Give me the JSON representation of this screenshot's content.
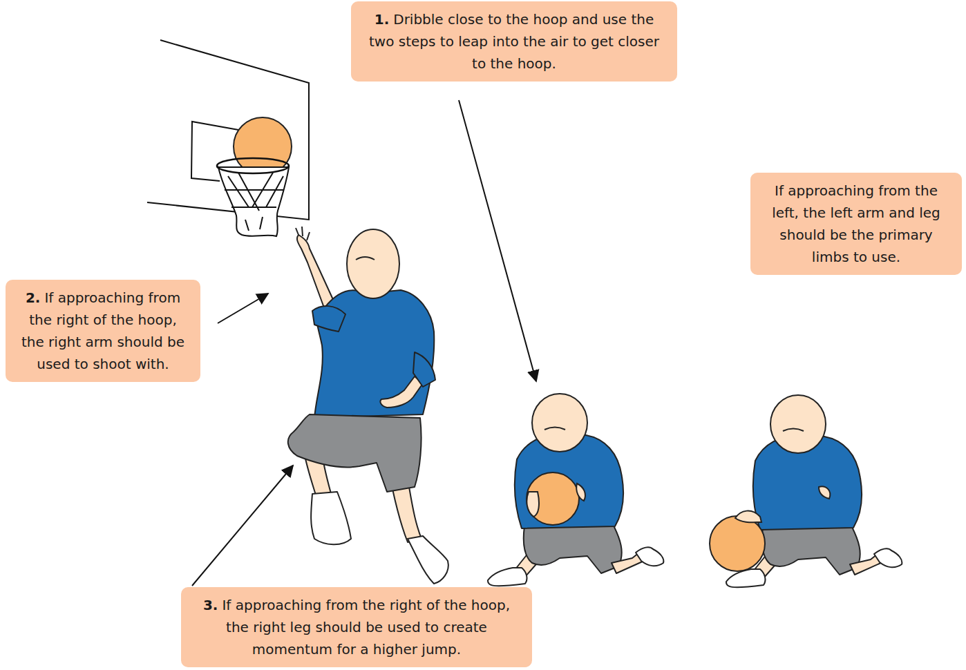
{
  "diagram": {
    "nodes": [
      {
        "text": [
          "1.",
          "Dribble close to the hoop and use the two steps to leap into the air to get closer to the hoop."
        ]
      },
      {
        "text": [
          "If approaching from the left, the left arm and leg should be the primary limbs to use."
        ]
      },
      {
        "text": [
          "2.",
          "If approaching from the right of the hoop, the right arm should be used to shoot with."
        ]
      },
      {
        "text": [
          "3.",
          "If approaching from the right of the hoop, the right leg should be used to create momentum for a higher jump."
        ]
      }
    ]
  }
}
